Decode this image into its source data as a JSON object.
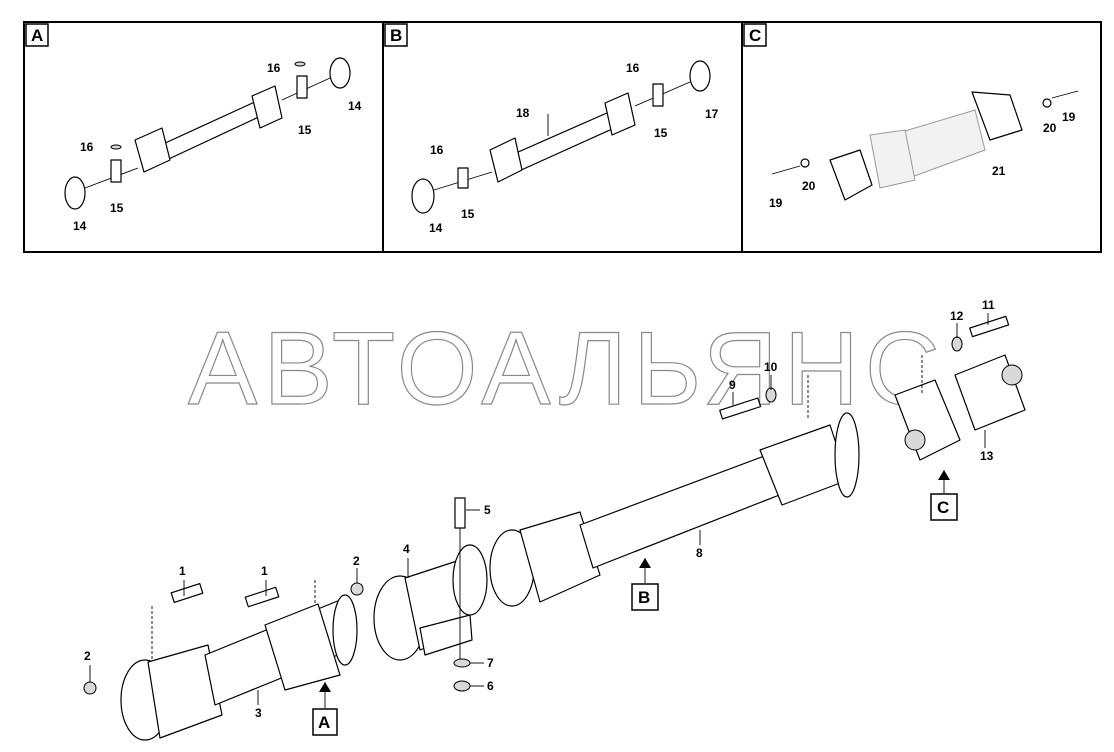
{
  "watermark": "АВТОАЛЬЯНС",
  "panels": [
    {
      "letter": "A",
      "labels": [
        "16",
        "14",
        "15",
        "16",
        "15",
        "14"
      ]
    },
    {
      "letter": "B",
      "labels": [
        "16",
        "18",
        "17",
        "15",
        "16",
        "15",
        "14"
      ]
    },
    {
      "letter": "C",
      "labels": [
        "19",
        "20",
        "21",
        "19",
        "20"
      ]
    }
  ],
  "main_labels": [
    "1",
    "1",
    "2",
    "2",
    "3",
    "4",
    "5",
    "6",
    "7",
    "8",
    "9",
    "10",
    "11",
    "12",
    "13"
  ],
  "view_refs": [
    "A",
    "B",
    "C"
  ]
}
